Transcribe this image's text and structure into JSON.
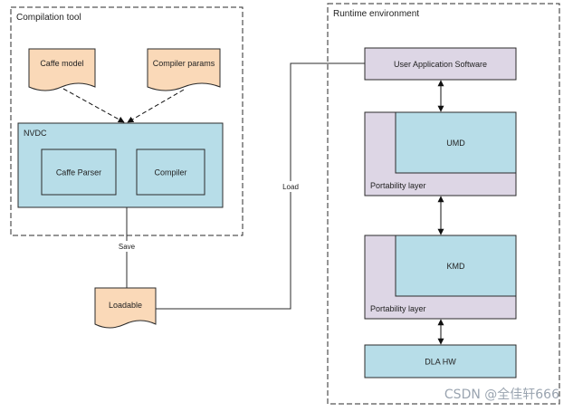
{
  "colors": {
    "blue_box": "#b7dde8",
    "purple_box": "#ddd6e5",
    "doc_fill": "#fad9b8",
    "stroke": "#2b2b2b"
  },
  "groups": {
    "compilation_tool": "Compilation tool",
    "runtime_environment": "Runtime environment"
  },
  "compilation": {
    "caffe_model": "Caffe model",
    "compiler_params": "Compiler params",
    "nvdc": "NVDC",
    "caffe_parser": "Caffe Parser",
    "compiler": "Compiler"
  },
  "artifact": {
    "loadable": "Loadable"
  },
  "edges": {
    "save": "Save",
    "load": "Load"
  },
  "runtime": {
    "user_app": "User Application Software",
    "umd": "UMD",
    "umd_portability": "Portability layer",
    "kmd": "KMD",
    "kmd_portability": "Portability layer",
    "dla_hw": "DLA HW"
  },
  "watermark": "CSDN @全佳轩666"
}
